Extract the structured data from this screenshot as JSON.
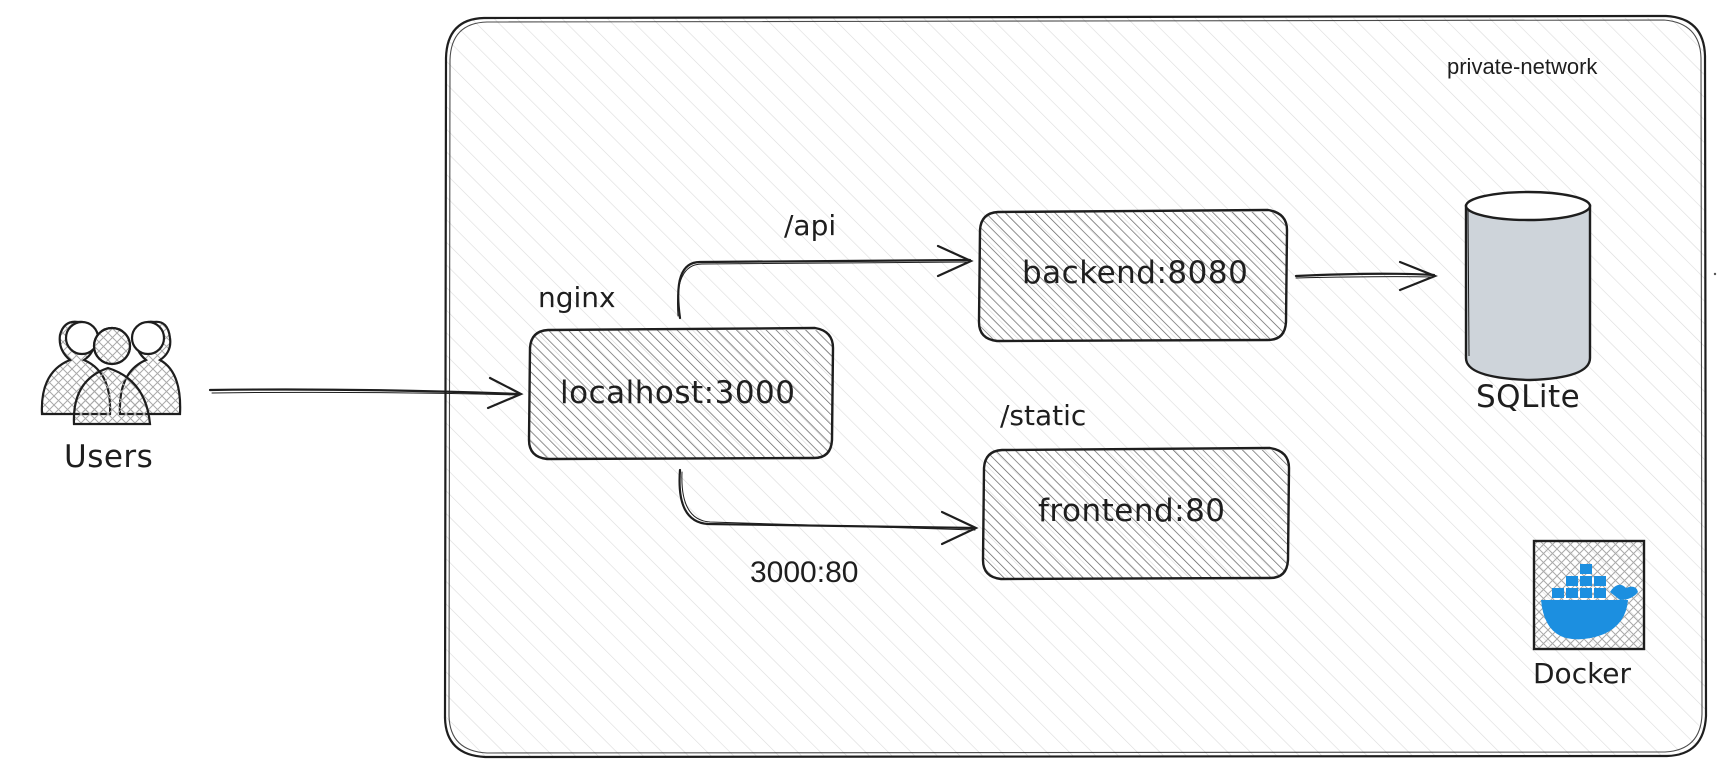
{
  "network": {
    "label": "private-network"
  },
  "users": {
    "label": "Users"
  },
  "nginx": {
    "name": "nginx",
    "box_label": "localhost:3000"
  },
  "backend": {
    "box_label": "backend:8080",
    "route": "/api"
  },
  "frontend": {
    "box_label": "frontend:80",
    "route": "/static",
    "port_mapping": "3000:80"
  },
  "database": {
    "label": "SQLite"
  },
  "docker": {
    "label": "Docker"
  },
  "colors": {
    "stroke": "#1e1e1e",
    "hatch": "#c9c9c9",
    "db_fill": "#ced4da",
    "docker_blue": "#1c8fe0"
  }
}
